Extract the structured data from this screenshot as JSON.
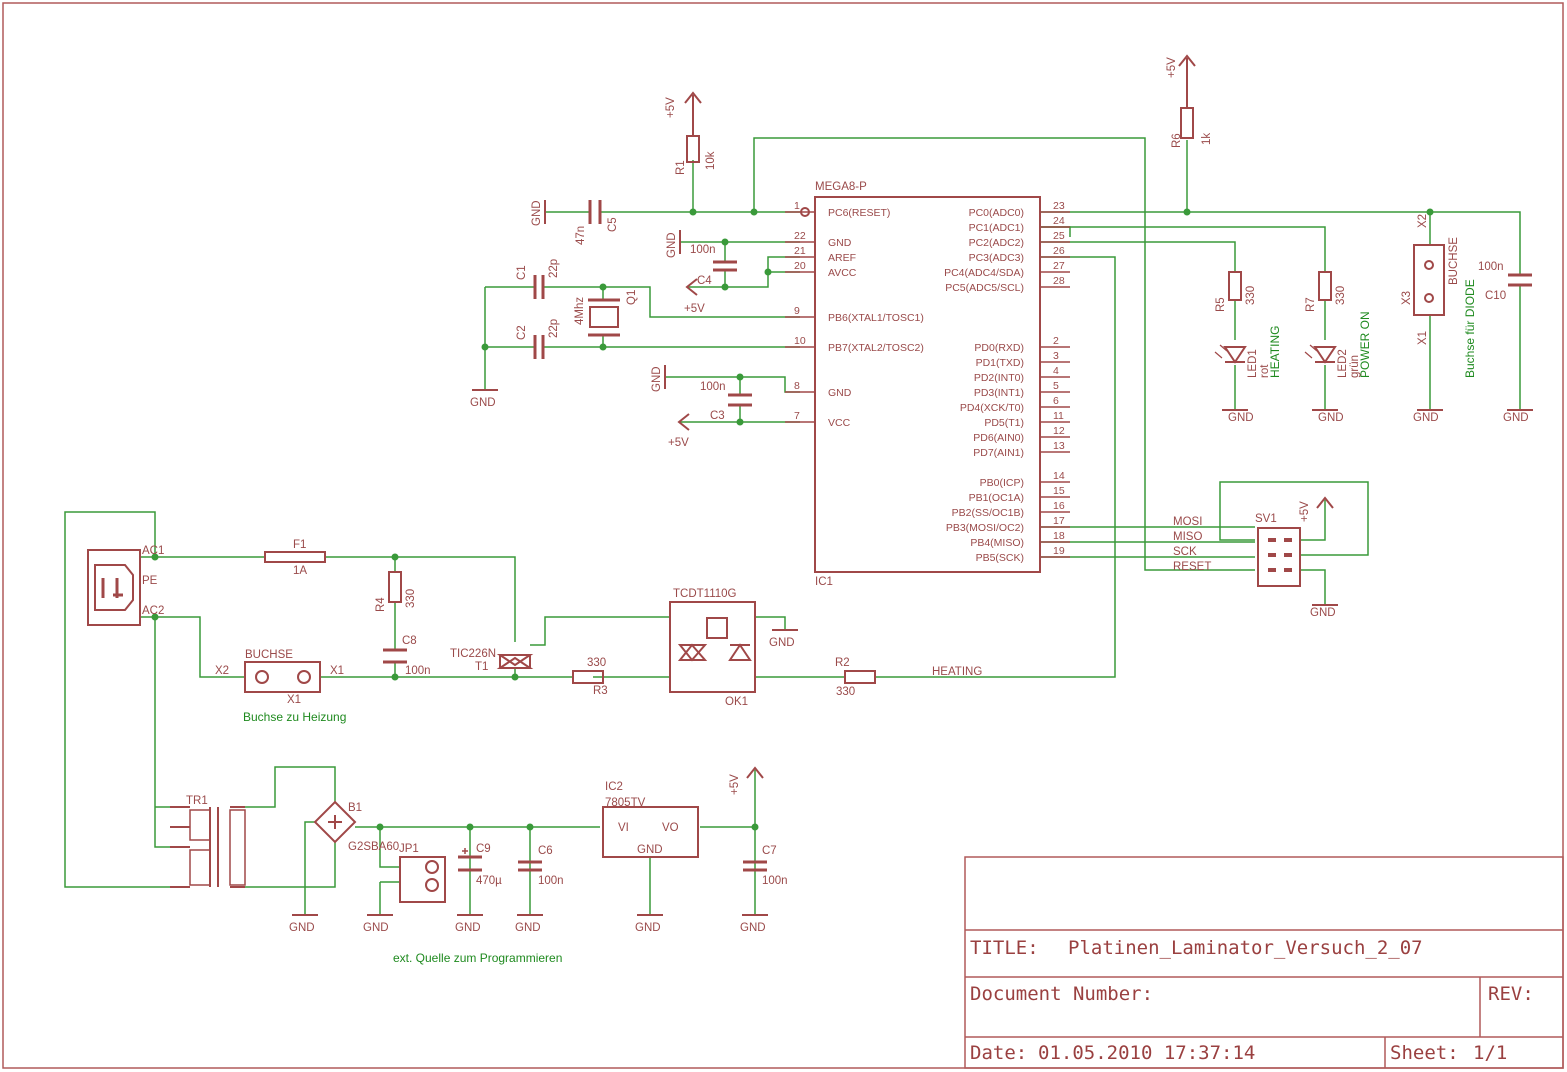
{
  "colors": {
    "wire": "#3a9a3a",
    "part": "#a04848",
    "frame": "#b05a5a",
    "note": "#1f8a1f",
    "background": "#ffffff"
  },
  "title_block": {
    "title_label": "TITLE:",
    "title_value": "Platinen_Laminator_Versuch_2_07",
    "docnum_label": "Document Number:",
    "rev_label": "REV:",
    "date_label": "Date:",
    "date_value": "01.05.2010 17:37:14",
    "sheet_label": "Sheet:",
    "sheet_value": "1/1"
  },
  "ic1": {
    "type": "MEGA8-P",
    "ref": "IC1",
    "left_pins": [
      {
        "num": "1",
        "name": "PC6(RESET)"
      },
      {
        "num": "22",
        "name": "GND"
      },
      {
        "num": "21",
        "name": "AREF"
      },
      {
        "num": "20",
        "name": "AVCC"
      },
      {
        "num": "9",
        "name": "PB6(XTAL1/TOSC1)"
      },
      {
        "num": "10",
        "name": "PB7(XTAL2/TOSC2)"
      },
      {
        "num": "8",
        "name": "GND"
      },
      {
        "num": "7",
        "name": "VCC"
      }
    ],
    "right_pins": [
      {
        "num": "23",
        "name": "PC0(ADC0)"
      },
      {
        "num": "24",
        "name": "PC1(ADC1)"
      },
      {
        "num": "25",
        "name": "PC2(ADC2)"
      },
      {
        "num": "26",
        "name": "PC3(ADC3)"
      },
      {
        "num": "27",
        "name": "PC4(ADC4/SDA)"
      },
      {
        "num": "28",
        "name": "PC5(ADC5/SCL)"
      },
      {
        "num": "2",
        "name": "PD0(RXD)"
      },
      {
        "num": "3",
        "name": "PD1(TXD)"
      },
      {
        "num": "4",
        "name": "PD2(INT0)"
      },
      {
        "num": "5",
        "name": "PD3(INT1)"
      },
      {
        "num": "6",
        "name": "PD4(XCK/T0)"
      },
      {
        "num": "11",
        "name": "PD5(T1)"
      },
      {
        "num": "12",
        "name": "PD6(AIN0)"
      },
      {
        "num": "13",
        "name": "PD7(AIN1)"
      },
      {
        "num": "14",
        "name": "PB0(ICP)"
      },
      {
        "num": "15",
        "name": "PB1(OC1A)"
      },
      {
        "num": "16",
        "name": "PB2(SS/OC1B)"
      },
      {
        "num": "17",
        "name": "PB3(MOSI/OC2)"
      },
      {
        "num": "18",
        "name": "PB4(MISO)"
      },
      {
        "num": "19",
        "name": "PB5(SCK)"
      }
    ]
  },
  "labels": {
    "gnd": "GND",
    "vcc": "+5V",
    "r1": "R1",
    "r1v": "10k",
    "r6": "R6",
    "r6v": "1k",
    "r5": "R5",
    "r5v": "330",
    "r7": "R7",
    "r7v": "330",
    "c5": "C5",
    "c5v": "47n",
    "c4": "C4",
    "c4v": "100n",
    "c1": "C1",
    "c1v": "22p",
    "c2": "C2",
    "c2v": "22p",
    "q1": "Q1",
    "q1v": "4Mhz",
    "c3": "C3",
    "c3v": "100n",
    "c10": "C10",
    "c10v": "100n",
    "led1": "LED1",
    "led1c": "rot",
    "led1n": "HEATING",
    "led2": "LED2",
    "led2c": "grün",
    "led2n": "POWER ON",
    "x3": "X3",
    "x3t": "BUCHSE",
    "x3n": "Buchse für DIODE",
    "x1": "X1",
    "x2": "X2",
    "sv1": "SV1",
    "mosi": "MOSI",
    "miso": "MISO",
    "sck": "SCK",
    "reset": "RESET",
    "ac1": "AC1",
    "pe": "PE",
    "ac2": "AC2",
    "f1": "F1",
    "f1v": "1A",
    "r4": "R4",
    "r4v": "330",
    "c8": "C8",
    "c8v": "100n",
    "buchse": "BUCHSE",
    "x1b": "X1",
    "buchse_note": "Buchse zu Heizung",
    "t1": "T1",
    "t1v": "TIC226N",
    "r3": "R3",
    "r3v": "330",
    "ok1": "OK1",
    "ok1v": "TCDT1110G",
    "r2": "R2",
    "r2v": "330",
    "heating": "HEATING",
    "tr1": "TR1",
    "b1": "B1",
    "b1v": "G2SBA60",
    "jp1": "JP1",
    "c9": "C9",
    "c9v": "470µ",
    "c6": "C6",
    "c6v": "100n",
    "ic2": "IC2",
    "ic2v": "7805TV",
    "vi": "VI",
    "vo": "VO",
    "c7": "C7",
    "c7v": "100n",
    "jp_note": "ext. Quelle zum Programmieren"
  }
}
